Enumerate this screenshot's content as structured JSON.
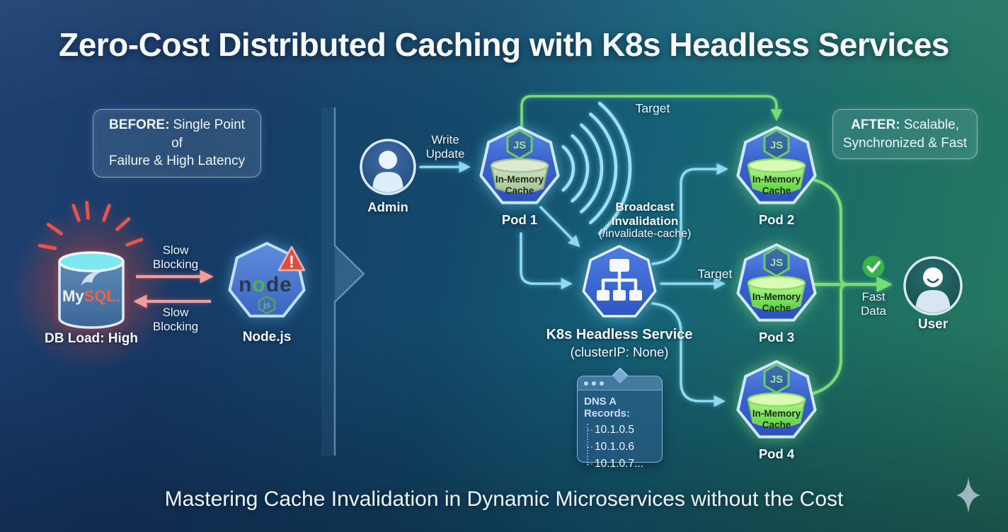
{
  "title": "Zero-Cost Distributed Caching with K8s Headless Services",
  "subtitle": "Mastering Cache Invalidation in Dynamic Microservices without the Cost",
  "badges": {
    "before": {
      "prefix": "BEFORE:",
      "rest": "Single Point of",
      "line2": "Failure & High Latency"
    },
    "after": {
      "prefix": "AFTER:",
      "rest": "Scalable,",
      "line2": "Synchronized & Fast"
    }
  },
  "legacy": {
    "db_logo": {
      "p1": "My",
      "p2": "SQL."
    },
    "db_status": "DB Load: High",
    "arrow_to_server": "Slow Blocking",
    "arrow_to_db": "Slow Blocking",
    "server_wordmark": {
      "p1": "n",
      "p2": "o",
      "p3": "de"
    },
    "server_badge": "js",
    "server_label": "Node.js",
    "warning_glyph": "!"
  },
  "flow": {
    "admin_label": "Admin",
    "write_update": "Write Update",
    "broadcast_label": "Broadcast Invalidation",
    "broadcast_endpoint": "(/invalidate-cache)",
    "target_top": "Target",
    "target_mid": "Target",
    "fast_data": "Fast Data",
    "user_label": "User"
  },
  "pods": [
    {
      "name": "Pod 1"
    },
    {
      "name": "Pod 2"
    },
    {
      "name": "Pod 3"
    },
    {
      "name": "Pod 4"
    }
  ],
  "pod_badge": "JS",
  "cache_label": "In-Memory Cache",
  "k8s": {
    "name": "K8s Headless Service",
    "subtitle": "(clusterIP: None)"
  },
  "dns": {
    "title": "DNS A Records:",
    "records": [
      "10.1.0.5",
      "10.1.0.6",
      "10.1.0.7..."
    ]
  },
  "colors": {
    "cyan_arrow": "#8FD9F2",
    "green_arrow": "#77DE77",
    "pink_arrow": "#EF9D9D",
    "pod_blue": "#3E6FD8",
    "cache_green": "#7CE85E",
    "alert_red": "#DA4F44",
    "check_green": "#37B24D"
  }
}
